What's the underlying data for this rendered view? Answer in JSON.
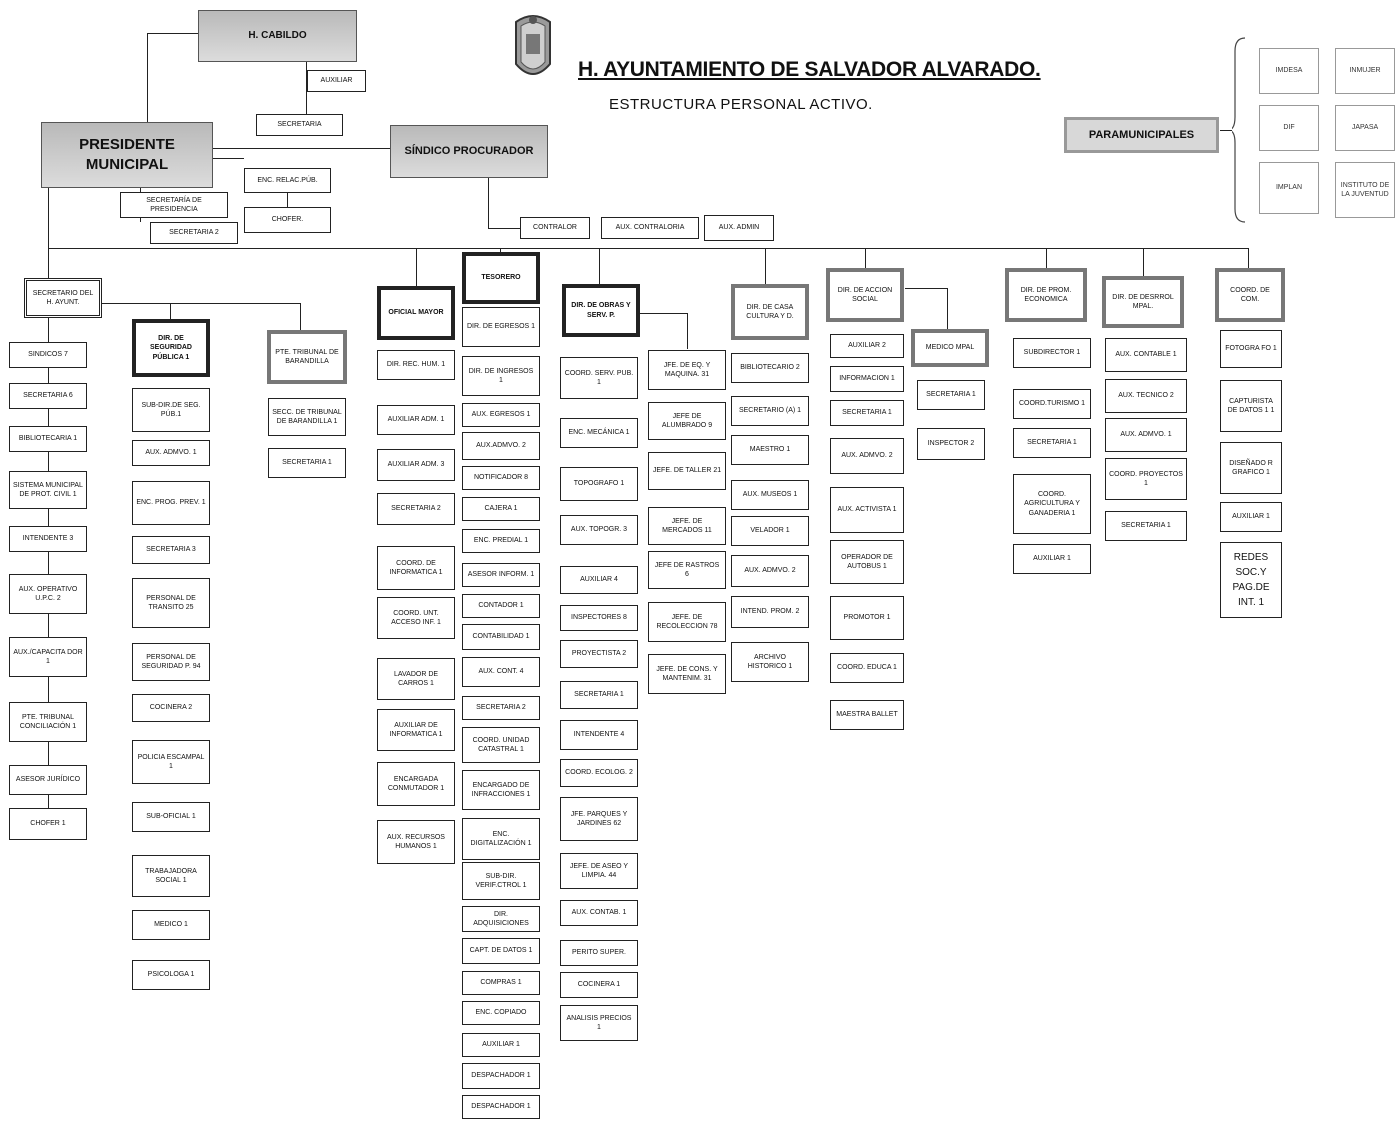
{
  "header": {
    "title": "H. AYUNTAMIENTO DE SALVADOR ALVARADO.",
    "subtitle": "ESTRUCTURA  PERSONAL  ACTIVO."
  },
  "colors": {
    "line": "#222222",
    "shaded_box": "#c4c4c4",
    "paramunicipal_border": "#999999"
  },
  "top": {
    "cabildo": "H. CABILDO",
    "auxiliar": "AUXILIAR",
    "secretaria": "SECRETARIA",
    "presidente": "PRESIDENTE MUNICIPAL",
    "sindico": "SÍNDICO PROCURADOR",
    "enc_relac": "ENC. RELAC.PÚB.",
    "chofer": "CHOFER.",
    "secretaria_presidencia": "SECRETARÍA DE PRESIDENCIA",
    "secretaria_2": "SECRETARIA 2",
    "contralor": "CONTRALOR",
    "aux_contraloria": "AUX. CONTRALORIA",
    "aux_admin": "AUX. ADMIN"
  },
  "paramunicipales": {
    "label": "PARAMUNICIPALES",
    "items": [
      "IMDESA",
      "INMUJER",
      "DIF",
      "JAPASA",
      "IMPLAN",
      "INSTITUTO DE LA JUVENTUD"
    ]
  },
  "columns": [
    {
      "head": "SECRETARIO DEL H. AYUNT.",
      "items": [
        "SINDICOS 7",
        "SECRETARIA 6",
        "BIBLIOTECARIA 1",
        "SISTEMA MUNICIPAL DE PROT. CIVIL 1",
        "INTENDENTE 3",
        "AUX. OPERATIVO U.P.C. 2",
        "AUX./CAPACITA DOR 1",
        "PTE. TRIBUNAL CONCILIACIÓN 1",
        "ASESOR JURÍDICO",
        "CHOFER 1"
      ]
    },
    {
      "head": "DIR. DE SEGURIDAD PÚBLICA 1",
      "items": [
        "SUB-DIR.DE SEG. PÚB.1",
        "AUX. ADMVO. 1",
        "ENC. PROG. PREV. 1",
        "SECRETARIA 3",
        "PERSONAL DE TRANSITO 25",
        "PERSONAL DE SEGURIDAD P. 94",
        "COCINERA 2",
        "POLICIA ESCAMPAL 1",
        "SUB-OFICIAL 1",
        "TRABAJADORA SOCIAL 1",
        "MEDICO 1",
        "PSICOLOGA 1"
      ]
    },
    {
      "head": "PTE. TRIBUNAL DE BARANDILLA",
      "items": [
        "SECC. DE TRIBUNAL DE BARANDILLA 1",
        "SECRETARIA 1"
      ]
    },
    {
      "head": "OFICIAL MAYOR",
      "items": [
        "DIR. REC. HUM. 1",
        "AUXILIAR ADM. 1",
        "AUXILIAR ADM. 3",
        "SECRETARIA 2",
        "COORD. DE INFORMATICA 1",
        "COORD. UNT. ACCESO INF. 1",
        "LAVADOR DE CARROS 1",
        "AUXILIAR DE INFORMATICA 1",
        "ENCARGADA CONMUTADOR 1",
        "AUX. RECURSOS HUMANOS 1"
      ]
    },
    {
      "head": "TESORERO",
      "items": [
        "DIR. DE EGRESOS 1",
        "DIR. DE INGRESOS 1",
        "AUX. EGRESOS 1",
        "AUX.ADMVO. 2",
        "NOTIFICADOR 8",
        "CAJERA 1",
        "ENC. PREDIAL 1",
        "ASESOR INFORM. 1",
        "CONTADOR 1",
        "CONTABILIDAD 1",
        "AUX. CONT. 4",
        "SECRETARIA 2",
        "COORD. UNIDAD CATASTRAL 1",
        "ENCARGADO DE INFRACCIONES 1",
        "ENC. DIGITALIZACIÓN 1",
        "SUB-DIR. VERIF.CTROL 1",
        "DIR. ADQUISICIONES",
        "CAPT. DE DATOS 1",
        "COMPRAS 1",
        "ENC. COPIADO",
        "AUXILIAR 1",
        "DESPACHADOR 1",
        "DESPACHADOR 1"
      ]
    },
    {
      "head": "DIR. DE OBRAS Y SERV. P.",
      "items": [
        "COORD. SERV. PUB. 1",
        "ENC. MECÁNICA 1",
        "TOPOGRAFO 1",
        "AUX. TOPOGR. 3",
        "AUXILIAR 4",
        "INSPECTORES 8",
        "PROYECTISTA 2",
        "SECRETARIA 1",
        "INTENDENTE 4",
        "COORD. ECOLOG. 2",
        "JFE. PARQUES Y JARDINES 62",
        "JEFE. DE ASEO Y LIMPIA. 44",
        "AUX. CONTAB. 1",
        "PERITO SUPER.",
        "COCINERA 1",
        "ANALISIS PRECIOS 1"
      ]
    },
    {
      "head": "",
      "items": [
        "JFE. DE EQ. Y MAQUINA. 31",
        "JEFE DE ALUMBRADO 9",
        "JEFE. DE TALLER 21",
        "JEFE. DE MERCADOS 11",
        "JEFE DE RASTROS 6",
        "JEFE. DE RECOLECCION 78",
        "JEFE. DE CONS. Y MANTENIM. 31"
      ]
    },
    {
      "head": "DIR. DE CASA CULTURA Y D.",
      "items": [
        "BIBLIOTECARIO 2",
        "SECRETARIO (A) 1",
        "MAESTRO 1",
        "AUX. MUSEOS 1",
        "VELADOR 1",
        "AUX. ADMVO. 2",
        "INTEND. PROM. 2",
        "ARCHIVO HISTORICO 1"
      ]
    },
    {
      "head": "DIR. DE ACCION SOCIAL",
      "items": [
        "AUXILIAR 2",
        "INFORMACION 1",
        "SECRETARIA 1",
        "AUX. ADMVO. 2",
        "AUX. ACTIVISTA 1",
        "OPERADOR DE AUTOBUS 1",
        "PROMOTOR 1",
        "COORD. EDUCA 1",
        "MAESTRA BALLET"
      ]
    },
    {
      "head": "MEDICO MPAL",
      "items": [
        "SECRETARIA 1",
        "INSPECTOR 2"
      ]
    },
    {
      "head": "DIR. DE PROM. ECONOMICA",
      "items": [
        "SUBDIRECTOR 1",
        "COORD.TURISMO 1",
        "SECRETARIA 1",
        "COORD. AGRICULTURA Y GANADERIA 1",
        "AUXILIAR 1"
      ]
    },
    {
      "head": "DIR. DE DESRROL MPAL.",
      "items": [
        "AUX. CONTABLE 1",
        "AUX. TECNICO 2",
        "AUX. ADMVO. 1",
        "COORD. PROYECTOS 1",
        "SECRETARIA 1"
      ]
    },
    {
      "head": "COORD. DE COM.",
      "items": [
        "FOTOGRA FO 1",
        "CAPTURISTA DE DATOS 1 1",
        "DISEÑADO R GRAFICO 1",
        "AUXILIAR 1",
        "REDES SOC.Y PAG.DE INT. 1"
      ]
    }
  ]
}
